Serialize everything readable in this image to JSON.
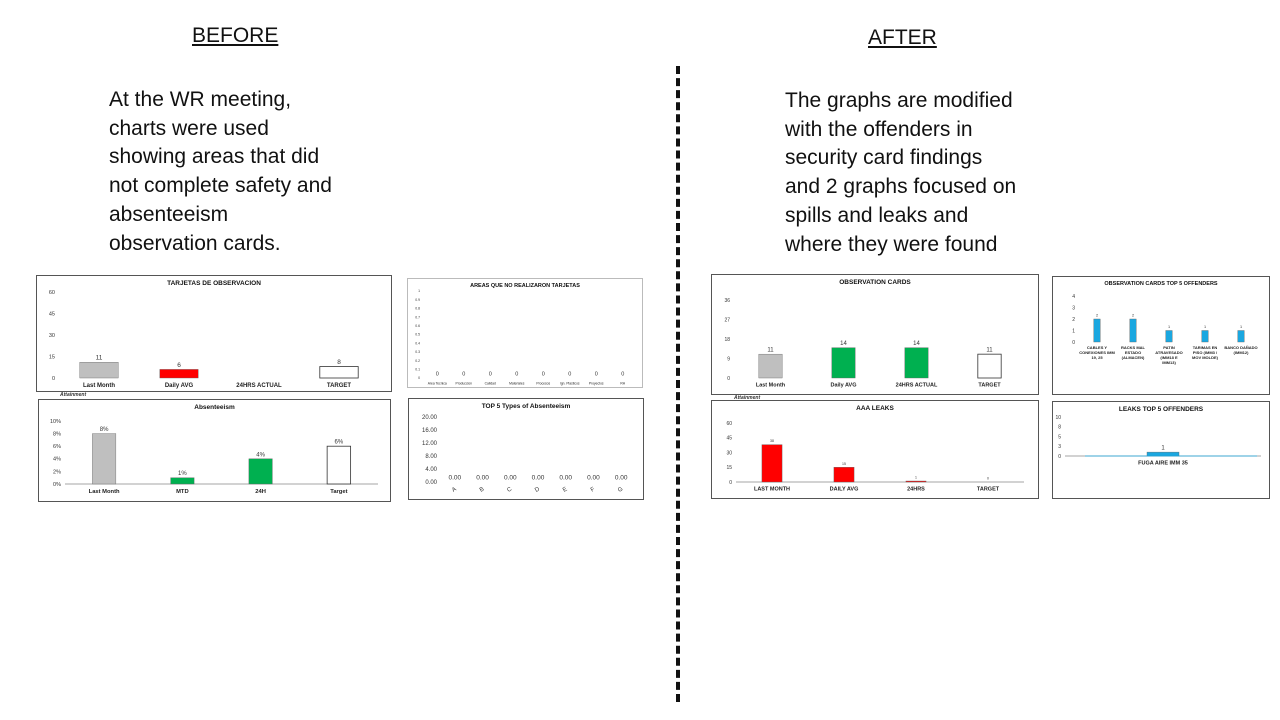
{
  "left": {
    "heading": "BEFORE",
    "paragraph": [
      "At the WR meeting,",
      "charts were used",
      "showing areas that did",
      "not complete safety and",
      "absenteeism",
      "observation cards."
    ]
  },
  "right": {
    "heading": "AFTER",
    "paragraph": [
      "The graphs are modified",
      "with the offenders in",
      "security card findings",
      "and 2 graphs focused on",
      "spills and leaks and",
      "where they were found"
    ]
  },
  "notes": {
    "before": "Attainment ",
    "after": "Attainment "
  },
  "colors": {
    "gray": "#bfbfbf",
    "red": "#ff0000",
    "green": "#00b050",
    "white": "#ffffff",
    "cyan": "#1aa7e0"
  },
  "chart_data": [
    {
      "id": "tarjetas",
      "type": "bar",
      "title": "TARJETAS DE OBSERVACION",
      "categories": [
        "Last Month",
        "Daily AVG",
        "24HRS ACTUAL",
        "TARGET"
      ],
      "values": [
        11,
        6,
        0,
        8
      ],
      "labels": [
        "11",
        "6",
        "",
        "8"
      ],
      "colors": [
        "#bfbfbf",
        "#ff0000",
        "#ffffff",
        "#ffffff"
      ],
      "ylim": [
        0,
        60
      ],
      "yticks": [
        "0",
        "15",
        "30",
        "45",
        "60"
      ],
      "grid": false
    },
    {
      "id": "areas",
      "type": "bar",
      "title": "AREAS QUE NO REALIZARON TARJETAS",
      "categories": [
        "Area Tecnica",
        "Produccion",
        "Calidad",
        "Materiales",
        "Procesos",
        "Ign. Plasticos",
        "Proyectos",
        "RH"
      ],
      "values": [
        0,
        0,
        0,
        0,
        0,
        0,
        0,
        0
      ],
      "labels": [
        "0",
        "0",
        "0",
        "0",
        "0",
        "0",
        "0",
        "0"
      ],
      "ylim": [
        0,
        1
      ],
      "yticks": [
        "0",
        "0.1",
        "0.2",
        "0.3",
        "0.4",
        "0.5",
        "0.6",
        "0.7",
        "0.8",
        "0.9",
        "1"
      ],
      "grid": false
    },
    {
      "id": "absenteeism",
      "type": "bar",
      "title": "Absenteeism",
      "categories": [
        "Last Month",
        "MTD",
        "24H",
        "Target"
      ],
      "values": [
        8,
        1,
        4,
        6
      ],
      "labels": [
        "8%",
        "1%",
        "4%",
        "6%"
      ],
      "colors": [
        "#bfbfbf",
        "#00b050",
        "#00b050",
        "#ffffff"
      ],
      "ylim": [
        0,
        10
      ],
      "yticks": [
        "0%",
        "2%",
        "4%",
        "6%",
        "8%",
        "10%"
      ],
      "grid": false
    },
    {
      "id": "top5absent",
      "type": "bar",
      "title": "TOP 5 Types of Absenteeism",
      "categories": [
        "A",
        "B",
        "C",
        "D",
        "E",
        "F",
        "G"
      ],
      "values": [
        0,
        0,
        0,
        0,
        0,
        0,
        0
      ],
      "labels": [
        "0.00",
        "0.00",
        "0.00",
        "0.00",
        "0.00",
        "0.00",
        "0.00"
      ],
      "ylim": [
        0,
        20
      ],
      "yticks": [
        "0.00",
        "4.00",
        "8.00",
        "12.00",
        "16.00",
        "20.00"
      ],
      "grid": false
    },
    {
      "id": "obscards",
      "type": "bar",
      "title": "OBSERVATION CARDS",
      "categories": [
        "Last Month",
        "Daily AVG",
        "24HRS ACTUAL",
        "TARGET"
      ],
      "values": [
        11,
        14,
        14,
        11
      ],
      "labels": [
        "11",
        "14",
        "14",
        "11"
      ],
      "colors": [
        "#bfbfbf",
        "#00b050",
        "#00b050",
        "#ffffff"
      ],
      "ylim": [
        0,
        36
      ],
      "yticks": [
        "0",
        "9",
        "18",
        "27",
        "36"
      ],
      "grid": false
    },
    {
      "id": "obstop5",
      "type": "bar",
      "title": "OBSERVATION CARDS TOP 5 OFFENDERS",
      "categories": [
        "CABLES Y CONEXIONES IMM 19, 25",
        "RACKS MAL ESTADO (ALMACEN)",
        "PATIN ATRAVESADO (IMM18 E IMM13)",
        "TARIMAS EN PISO (IMM3 / MOV MOLDE)",
        "BANCO DAÑADO (IMM12)"
      ],
      "values": [
        2,
        2,
        1,
        1,
        1
      ],
      "labels": [
        "2",
        "2",
        "1",
        "1",
        "1"
      ],
      "color": "#1aa7e0",
      "ylim": [
        0,
        4
      ],
      "yticks": [
        "0",
        "1",
        "2",
        "3",
        "4"
      ],
      "grid": false
    },
    {
      "id": "aaaleaks",
      "type": "bar",
      "title": "AAA LEAKS",
      "categories": [
        "LAST MONTH",
        "DAILY AVG",
        "24HRS",
        "TARGET"
      ],
      "values": [
        38,
        15,
        1,
        0
      ],
      "labels": [
        "38",
        "15",
        "1",
        "0"
      ],
      "colors": [
        "#ff0000",
        "#ff0000",
        "#ff0000",
        "#ffffff"
      ],
      "ylim": [
        0,
        60
      ],
      "yticks": [
        "0",
        "15",
        "30",
        "45",
        "60"
      ],
      "grid": false
    },
    {
      "id": "leakstop5",
      "type": "bar",
      "title": "LEAKS TOP 5 OFFENDERS",
      "categories": [
        "FUGA AIRE IMM 35"
      ],
      "values": [
        1
      ],
      "labels": [
        "1"
      ],
      "color": "#1aa7e0",
      "ylim": [
        0,
        10
      ],
      "yticks": [
        "0",
        "3",
        "5",
        "8",
        "10"
      ],
      "grid": false
    }
  ]
}
